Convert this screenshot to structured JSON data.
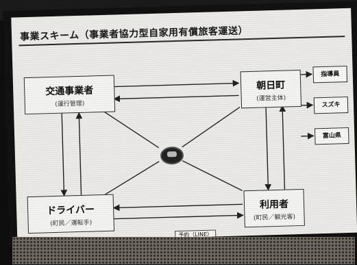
{
  "title": "事業スキーム（事業者協力型自家用有償旅客運送）",
  "entities": {
    "transport": {
      "name": "交通事業者",
      "sub": "(運行管理)"
    },
    "town": {
      "name": "朝日町",
      "sub": "(運営主体)"
    },
    "driver": {
      "name": "ドライバー",
      "sub": "(町民／運転手)"
    },
    "user": {
      "name": "利用者",
      "sub": "(町民／観光客)"
    }
  },
  "side_boxes": [
    "指導員",
    "スズキ",
    "富山県"
  ],
  "bottom_label": "予約（LINE）"
}
